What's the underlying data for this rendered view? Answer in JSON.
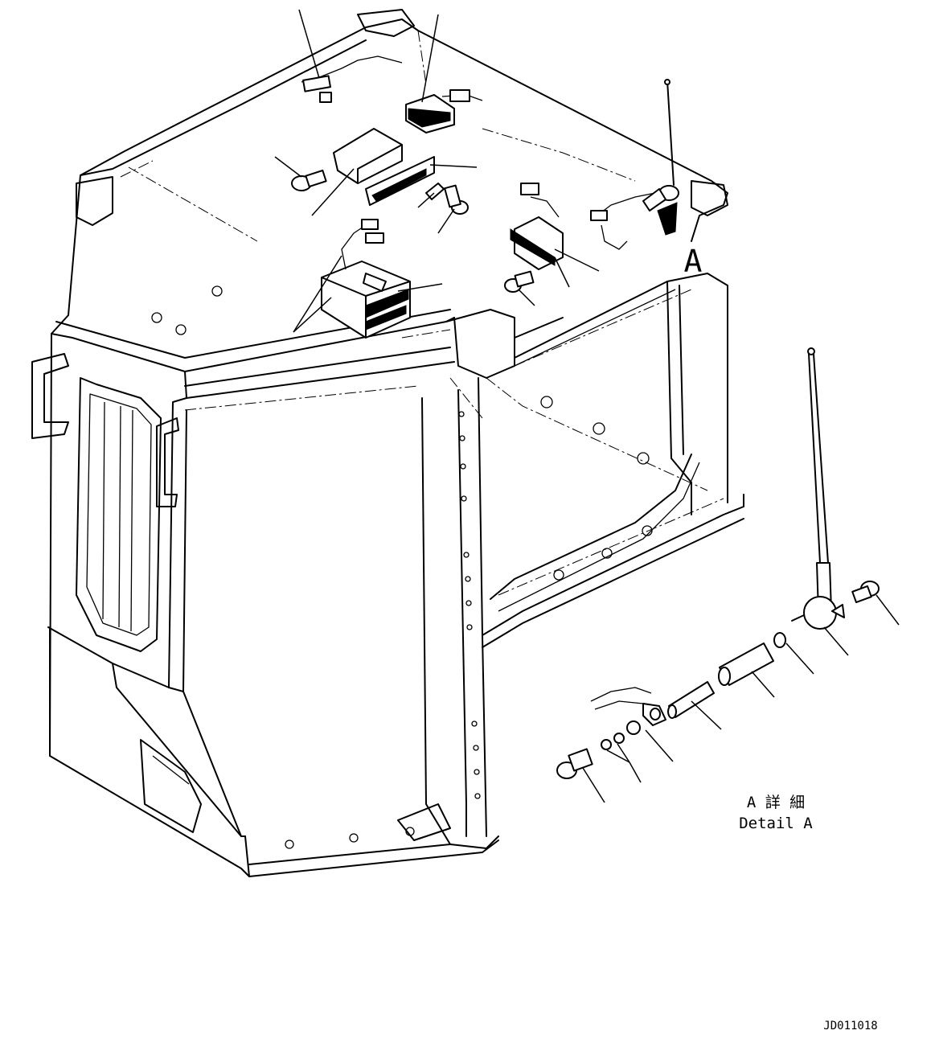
{
  "view_label": "A",
  "detail": {
    "title_ja": "A 詳 細",
    "title_en": "Detail A"
  },
  "drawing_code": "JD011018"
}
